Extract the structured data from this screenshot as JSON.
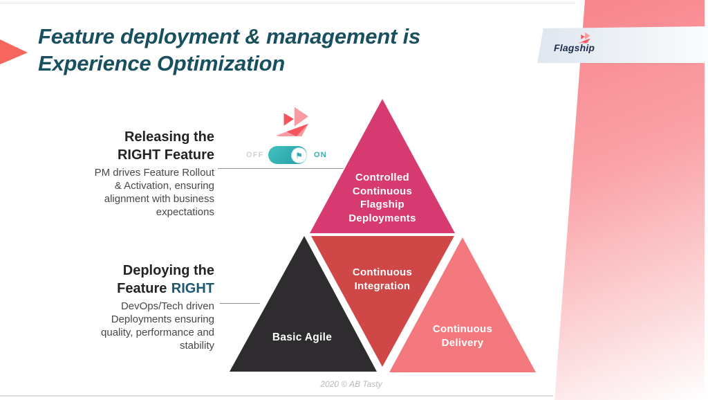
{
  "title": {
    "line1": "Feature deployment & management is",
    "line2": "Experience Optimization"
  },
  "brand": {
    "name": "Flagship"
  },
  "toggle": {
    "off": "OFF",
    "on": "ON"
  },
  "icons": {
    "toggle_flag_glyph": "⚑"
  },
  "annotations": [
    {
      "heading_line1": "Releasing the",
      "heading_line2": "RIGHT Feature",
      "body_lines": [
        "PM drives Feature Rollout",
        "& Activation, ensuring",
        "alignment with business",
        "expectations"
      ]
    },
    {
      "heading_line1": "Deploying the",
      "heading_line2_prefix": "Feature",
      "heading_line2_highlight": "RIGHT",
      "body_lines": [
        "DevOps/Tech driven",
        "Deployments ensuring",
        "quality, performance and",
        "stability"
      ]
    }
  ],
  "pyramid": {
    "segments": [
      {
        "id": "controlled-continuous-flagship-deployments",
        "lines": [
          "Controlled",
          "Continuous",
          "Flagship",
          "Deployments"
        ],
        "color": "#d63a71"
      },
      {
        "id": "continuous-integration",
        "lines": [
          "Continuous",
          "Integration"
        ],
        "color": "#cf4747"
      },
      {
        "id": "basic-agile",
        "lines": [
          "Basic Agile"
        ],
        "color": "#2e2c2f"
      },
      {
        "id": "continuous-delivery",
        "lines": [
          "Continuous",
          "Delivery"
        ],
        "color": "#f3797e"
      }
    ]
  },
  "footer": {
    "text": "2020 © AB Tasty"
  },
  "colors": {
    "title_teal": "#19505f",
    "highlight_teal": "#1d5a72",
    "toggle_teal": "#2fadb2",
    "brand_navy": "#1e2d4d",
    "accent_red": "#f4545d",
    "accent_pink": "#f99ba1",
    "side_band_pink": "#f8858c"
  }
}
